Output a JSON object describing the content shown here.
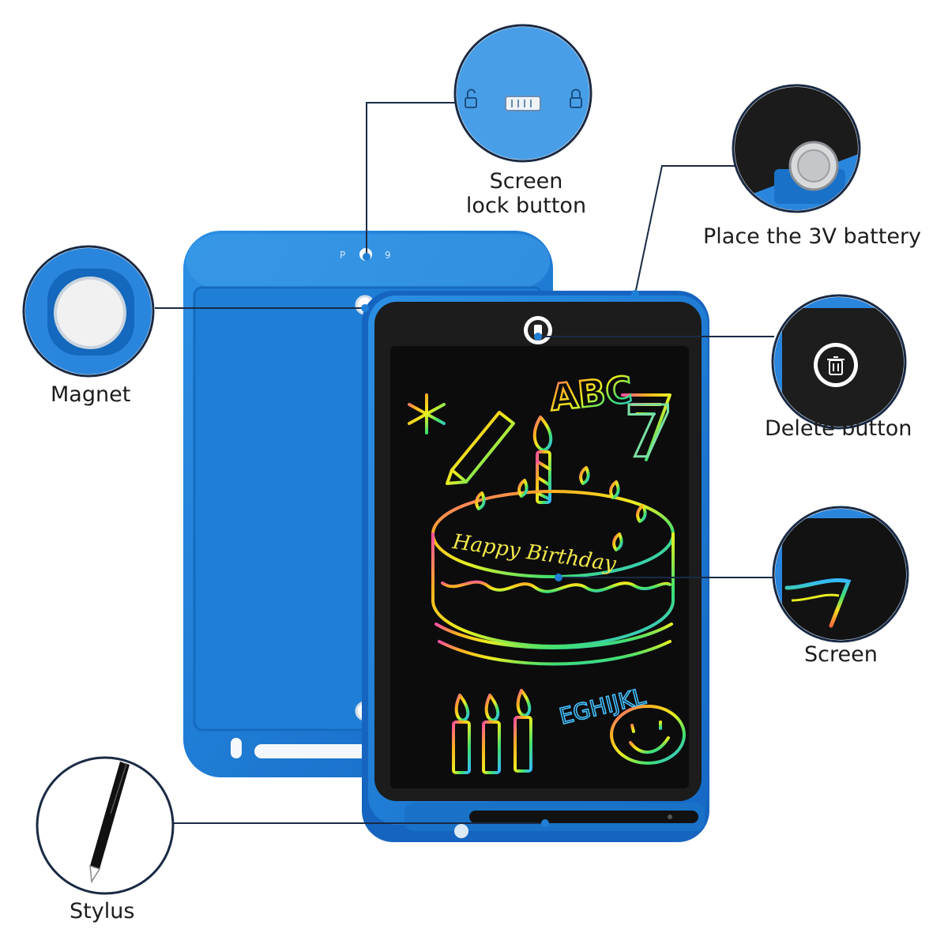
{
  "colors": {
    "tablet_blue": "#1f7fd6",
    "tablet_blue_dark": "#0f62b8",
    "screen_black": "#141414",
    "callout_line": "#1a2a44"
  },
  "callouts": {
    "screen_lock": {
      "line1": "Screen",
      "line2": "lock button"
    },
    "battery": {
      "text": "Place the 3V battery"
    },
    "magnet": {
      "text": "Magnet"
    },
    "delete": {
      "text": "Delete button"
    },
    "screen": {
      "text": "Screen"
    },
    "stylus": {
      "text": "Stylus"
    }
  },
  "drawing": {
    "letters": "ABC",
    "number": "7",
    "cake_text": "Happy Birthday",
    "alphabet": "EGHIJKL"
  },
  "icons": [
    "lock-icon",
    "unlock-icon",
    "lock-switch-icon",
    "trash-icon",
    "battery-coin-icon",
    "magnet-icon",
    "stylus-icon"
  ]
}
